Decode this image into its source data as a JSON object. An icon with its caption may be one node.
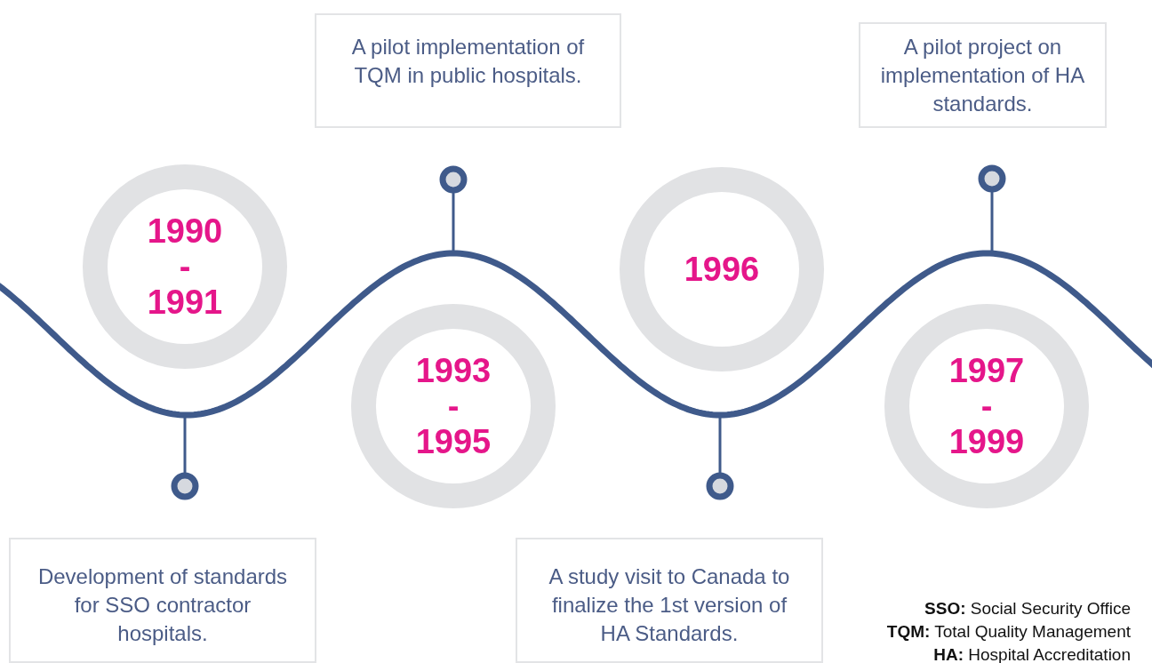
{
  "diagram": {
    "nodes": [
      {
        "text": [
          "A pilot implementation of TQM in public hospitals."
        ]
      },
      {
        "text": [
          "A pilot project on implementation of HA standards."
        ]
      },
      {
        "text": [
          "1990 - 1991"
        ]
      },
      {
        "text": [
          "1996"
        ]
      },
      {
        "text": [
          "1993 - 1995"
        ]
      },
      {
        "text": [
          "1997 - 1999"
        ]
      },
      {
        "text": [
          "Development of standards for SSO contractor hospitals."
        ]
      },
      {
        "text": [
          "A study visit to Canada to finalize the 1st version of HA Standards."
        ]
      }
    ],
    "edges": [],
    "labels": [
      "**SSO:** Social Security Office",
      "**TQM:** Total Quality Management",
      "**HA:** Hospital Accreditation"
    ]
  }
}
